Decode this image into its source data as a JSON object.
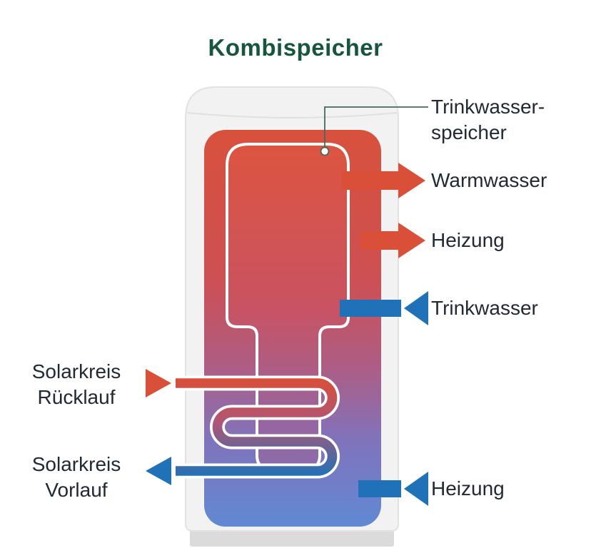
{
  "title": "Kombispeicher",
  "colors": {
    "title_green": "#15563d",
    "label_dark": "#202a33",
    "hot_red": "#d94f38",
    "cold_blue": "#1f72b8",
    "leader_green": "#426b5a"
  },
  "labels": {
    "trinkwasserspeicher": {
      "line1": "Trinkwasser-",
      "line2": "speicher"
    },
    "warmwasser": "Warmwasser",
    "heizung_top": "Heizung",
    "trinkwasser": "Trinkwasser",
    "solarkreis_ruecklauf": {
      "line1": "Solarkreis",
      "line2": "Rücklauf"
    },
    "solarkreis_vorlauf": {
      "line1": "Solarkreis",
      "line2": "Vorlauf"
    },
    "heizung_bottom": "Heizung"
  },
  "connections": [
    {
      "label": "Trinkwasserspeicher",
      "kind": "callout",
      "side": "right"
    },
    {
      "label": "Warmwasser",
      "side": "right",
      "direction": "out",
      "temperature": "hot"
    },
    {
      "label": "Heizung",
      "side": "right",
      "direction": "out",
      "temperature": "hot"
    },
    {
      "label": "Trinkwasser",
      "side": "right",
      "direction": "in",
      "temperature": "cold"
    },
    {
      "label": "Solarkreis Rücklauf",
      "side": "left",
      "direction": "in",
      "temperature": "hot"
    },
    {
      "label": "Solarkreis Vorlauf",
      "side": "left",
      "direction": "out",
      "temperature": "cold"
    },
    {
      "label": "Heizung",
      "side": "right",
      "direction": "in",
      "temperature": "cold"
    }
  ]
}
